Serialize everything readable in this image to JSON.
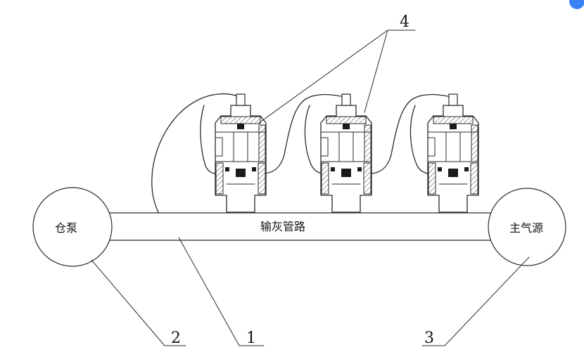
{
  "labels": {
    "pump": "仓泵",
    "pipeline": "输灰管路",
    "air_source": "主气源"
  },
  "callouts": {
    "pipeline": "1",
    "pump": "2",
    "air_source": "3",
    "valves": "4"
  },
  "valve_count": 3,
  "colors": {
    "line": "#2a2a2a",
    "hatch": "#444444",
    "badge": "#3b82f6"
  }
}
